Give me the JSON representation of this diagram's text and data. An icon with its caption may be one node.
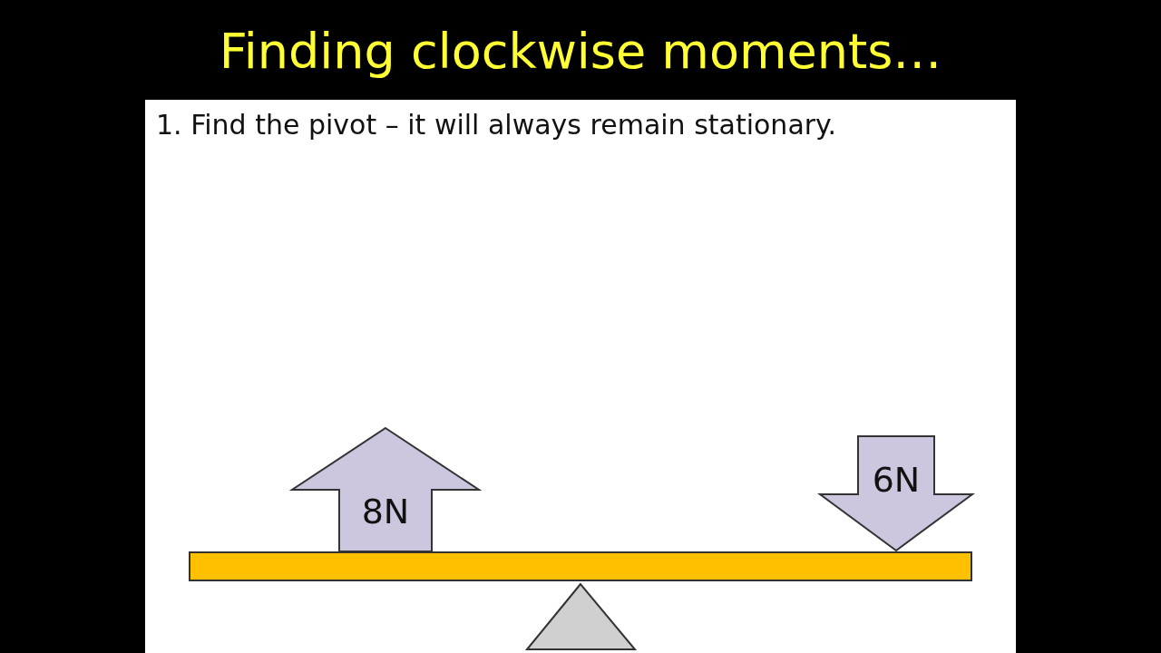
{
  "diagram": {
    "title": "Finding clockwise moments…",
    "nodes": [
      {
        "text": [
          "8N"
        ]
      },
      {
        "text": [
          "6N"
        ]
      }
    ],
    "labels": [
      "1. Find the pivot – it will always remain stationary."
    ]
  }
}
